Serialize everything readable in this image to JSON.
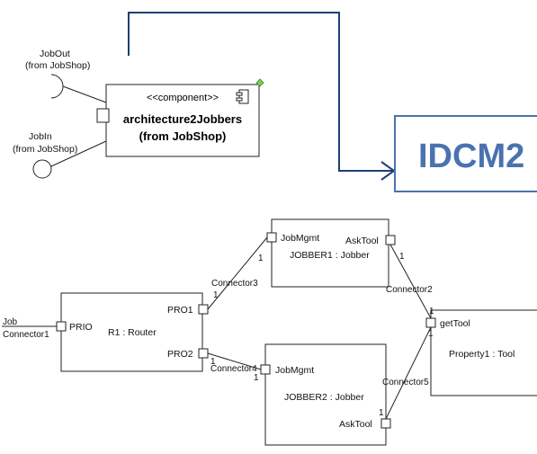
{
  "colors": {
    "accent": "#4a72b0",
    "arrow": "#1f3e78",
    "line": "#222222"
  },
  "component": {
    "stereotype": "<<component>>",
    "name_line1": "architecture2Jobbers",
    "name_line2": "(from JobShop)",
    "job_out_name": "JobOut",
    "job_out_from": "(from JobShop)",
    "job_in_name": "JobIn",
    "job_in_from": "(from JobShop)"
  },
  "target_box": {
    "label": "IDCM2"
  },
  "structure": {
    "router": {
      "name": "R1 : Router",
      "port_in": "PRIO",
      "port_out1": "PRO1",
      "port_out2": "PRO2"
    },
    "jobber1": {
      "name": "JOBBER1 : Jobber",
      "port_mgmt": "JobMgmt",
      "port_tool": "AskTool"
    },
    "jobber2": {
      "name": "JOBBER2 : Jobber",
      "port_mgmt": "JobMgmt",
      "port_tool": "AskTool"
    },
    "property": {
      "name": "Property1 : Tool",
      "port": "getTool"
    },
    "external": {
      "line1": "Job",
      "line2": "Connector1"
    },
    "connectors": {
      "c2": "Connector2",
      "c3": "Connector3",
      "c4": "Connector4",
      "c5": "Connector5"
    },
    "multiplicity": "1"
  }
}
